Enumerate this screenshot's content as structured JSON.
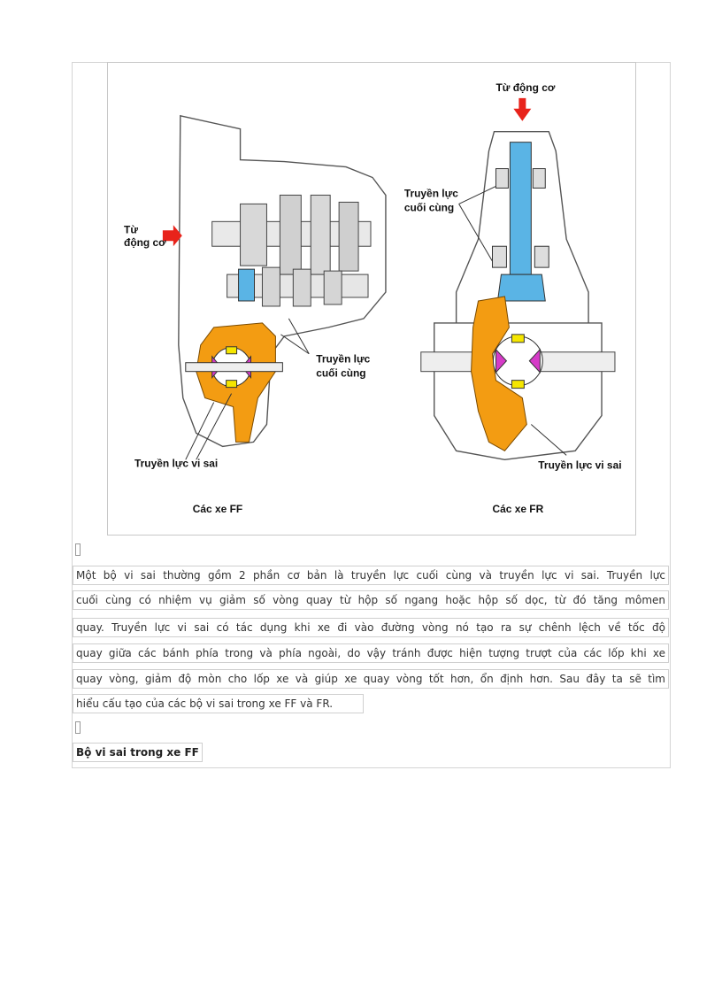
{
  "figure": {
    "left_diagram": {
      "input_label": [
        "Từ",
        "động cơ"
      ],
      "final_drive_label": [
        "Truyền lực",
        "cuối cùng"
      ],
      "differential_label": "Truyền lực vi sai",
      "caption": "Các xe FF"
    },
    "right_diagram": {
      "input_label": "Từ động cơ",
      "final_drive_label": [
        "Truyền lực",
        "cuối cùng"
      ],
      "differential_label": "Truyền lực vi sai",
      "caption": "Các xe FR"
    },
    "colors": {
      "housing": "#ffffff",
      "outline": "#555555",
      "ring_gear": "#f39c12",
      "pinion": "#5ab4e5",
      "side_gear": "#d63bc8",
      "spider": "#f5e600",
      "arrow": "#e8231b"
    }
  },
  "paragraph": {
    "lines": [
      "Một bộ vi sai thường gồm 2 phần cơ bản là truyền lực cuối cùng và truyền lực vi sai. Truyền lực",
      "cuối cùng có nhiệm  vụ giảm  số vòng quay từ hộp số ngang hoặc hộp số dọc, từ đó tăng mômen",
      "quay. Truyền lực vi sai có tác dụng khi xe đi vào đường vòng nó tạo ra sự chênh lệch về tốc độ",
      "quay giữa các bánh phía trong và phía ngoài, do vậy tránh được hiện tượng trượt của các lốp khi xe",
      "quay vòng, giảm độ mòn cho lốp xe và giúp xe quay vòng tốt hơn, ổn định hơn. Sau đây ta sẽ tìm",
      "hiểu cấu tạo của các bộ vi sai trong xe FF và FR."
    ]
  },
  "section_heading": "Bộ vi sai trong xe FF"
}
